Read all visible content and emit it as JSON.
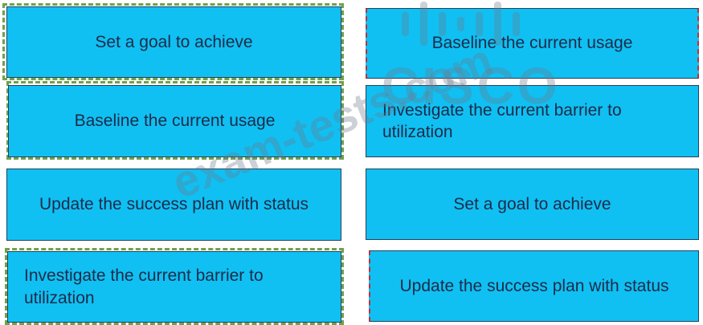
{
  "source_column": [
    {
      "label": "Set a goal to achieve"
    },
    {
      "label": "Baseline the current usage"
    },
    {
      "label": "Update the success plan with status"
    },
    {
      "label": "Investigate the current barrier to utilization"
    }
  ],
  "target_column": [
    {
      "label": "Baseline the current usage"
    },
    {
      "label": "Investigate the current barrier to utilization"
    },
    {
      "label": "Set a goal to achieve"
    },
    {
      "label": "Update the success plan with status"
    }
  ],
  "watermark": {
    "logo": "CISCO",
    "site": "exam-tests.com"
  },
  "colors": {
    "box_fill": "#10c0f2",
    "text": "#1c2b4a",
    "dash_green": "#6fa24a",
    "dash_red": "#c0303a"
  }
}
